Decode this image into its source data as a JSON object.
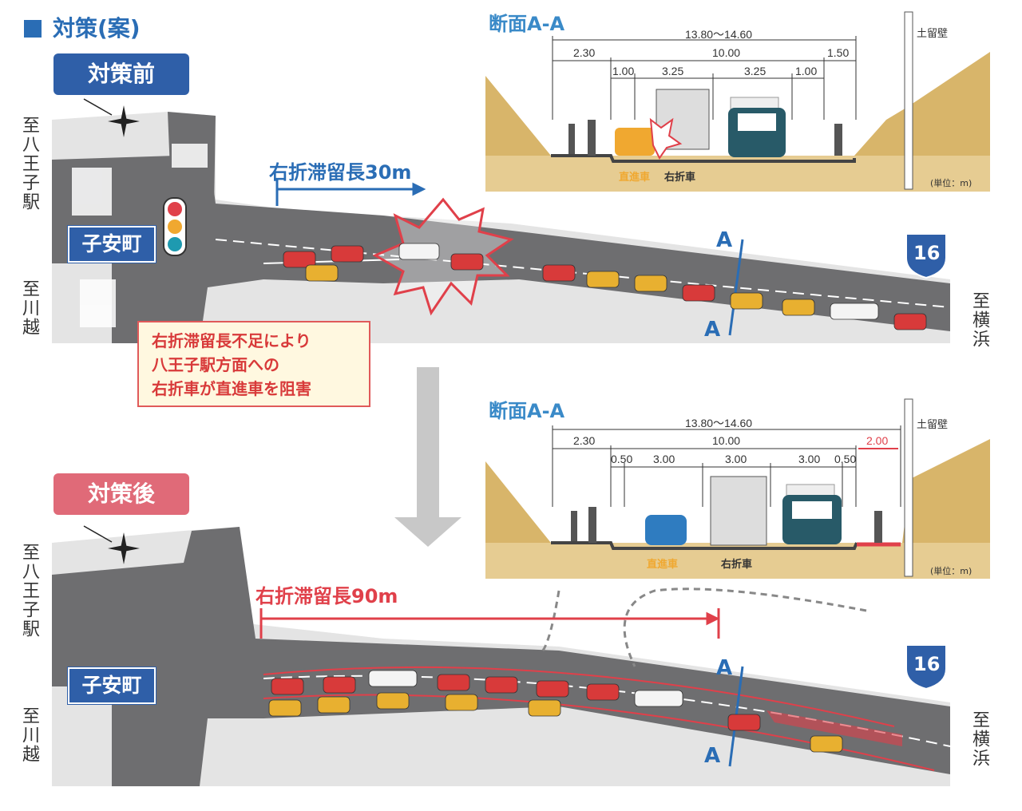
{
  "title": "対策(案)",
  "before": {
    "label": "対策前",
    "dest_left_top": "至八王子駅",
    "dest_left_bottom": "至川越",
    "dest_right": "至横浜",
    "intersection": "子安町",
    "queue_label": "右折滞留長30m",
    "callout": [
      "右折滞留長不足により",
      "八王子駅方面への",
      "右折車が直進車を阻害"
    ],
    "route": "16",
    "section_mark": "A"
  },
  "after": {
    "label": "対策後",
    "dest_left_top": "至八王子駅",
    "dest_left_bottom": "至川越",
    "dest_right": "至横浜",
    "intersection": "子安町",
    "queue_label": "右折滞留長90m",
    "route": "16",
    "section_mark": "A"
  },
  "section_before": {
    "title": "断面A-A",
    "total": "13.80～14.60",
    "dims_mid": [
      "2.30",
      "10.00",
      "1.50"
    ],
    "dims_lanes": [
      "1.00",
      "3.25",
      "3.25",
      "1.00"
    ],
    "wall": "土留壁",
    "straight_car": "直進車",
    "right_turn_car": "右折車",
    "unit": "(単位：m)"
  },
  "section_after": {
    "title": "断面A-A",
    "total": "13.80～14.60",
    "dims_mid": [
      "2.30",
      "10.00",
      "2.00"
    ],
    "dims_lanes": [
      "0.50",
      "3.00",
      "3.00",
      "3.00",
      "0.50"
    ],
    "wall": "土留壁",
    "straight_car": "直進車",
    "right_turn_car": "右折車",
    "unit": "(単位：m)"
  },
  "colors": {
    "blue": "#2a6db5",
    "red": "#e0404a",
    "road": "#6e6e70",
    "soil": "#d8b56a"
  }
}
